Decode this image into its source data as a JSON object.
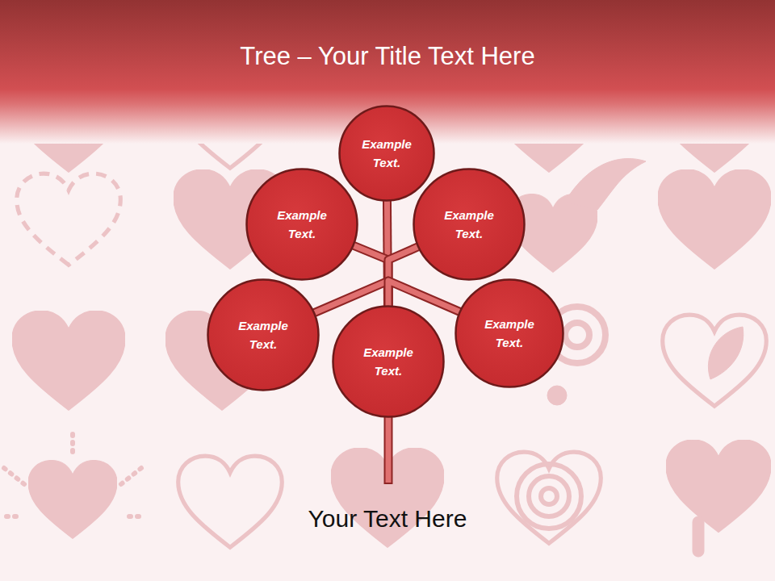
{
  "diagram": {
    "title": "Tree – Your Title Text Here",
    "nodes": [
      {
        "text": [
          "Example Text."
        ]
      },
      {
        "text": [
          "Example Text."
        ]
      },
      {
        "text": [
          "Example Text."
        ]
      },
      {
        "text": [
          "Example Text."
        ]
      },
      {
        "text": [
          "Example Text."
        ]
      },
      {
        "text": [
          "Example Text."
        ]
      }
    ],
    "edges": [
      {
        "from": 4,
        "to": 0,
        "arrow": "none"
      },
      {
        "from": 4,
        "to": 1,
        "arrow": "none"
      },
      {
        "from": 4,
        "to": 2,
        "arrow": "none"
      },
      {
        "from": 4,
        "to": 3,
        "arrow": "none"
      },
      {
        "from": 4,
        "to": 5,
        "arrow": "none"
      }
    ],
    "labels": [
      "Your Text Here"
    ]
  }
}
